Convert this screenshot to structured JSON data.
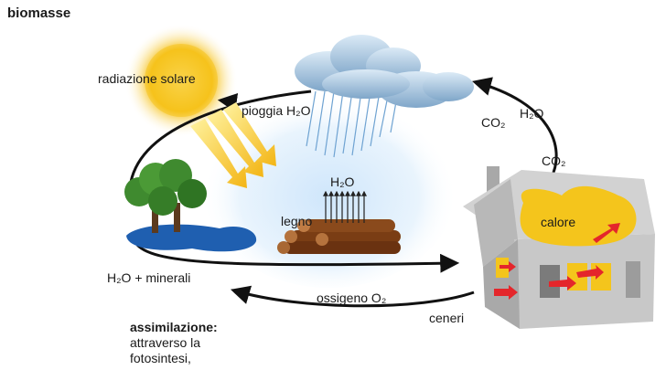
{
  "title": "biomasse",
  "labels": {
    "solar": "radiazione solare",
    "rain": "pioggia H₂O",
    "h2o_top": "H₂O",
    "co2_top": "CO₂",
    "co2_side": "CO₂",
    "h2o_wood": "H₂O",
    "wood": "legno",
    "minerals": "H₂O + minerali",
    "oxygen": "ossigeno O₂",
    "ash": "ceneri",
    "heat": "calore"
  },
  "caption": {
    "heading": "assimilazione:",
    "line1": "attraverso la",
    "line2": "fotosintesi,"
  },
  "colors": {
    "sun": "#f6c21c",
    "water": "#1f5fb0",
    "tree": "#3f8a2f",
    "house": "#c9c9c9",
    "flame": "#f4c51c",
    "arrow_red": "#e4262b",
    "cycle": "#111111"
  }
}
